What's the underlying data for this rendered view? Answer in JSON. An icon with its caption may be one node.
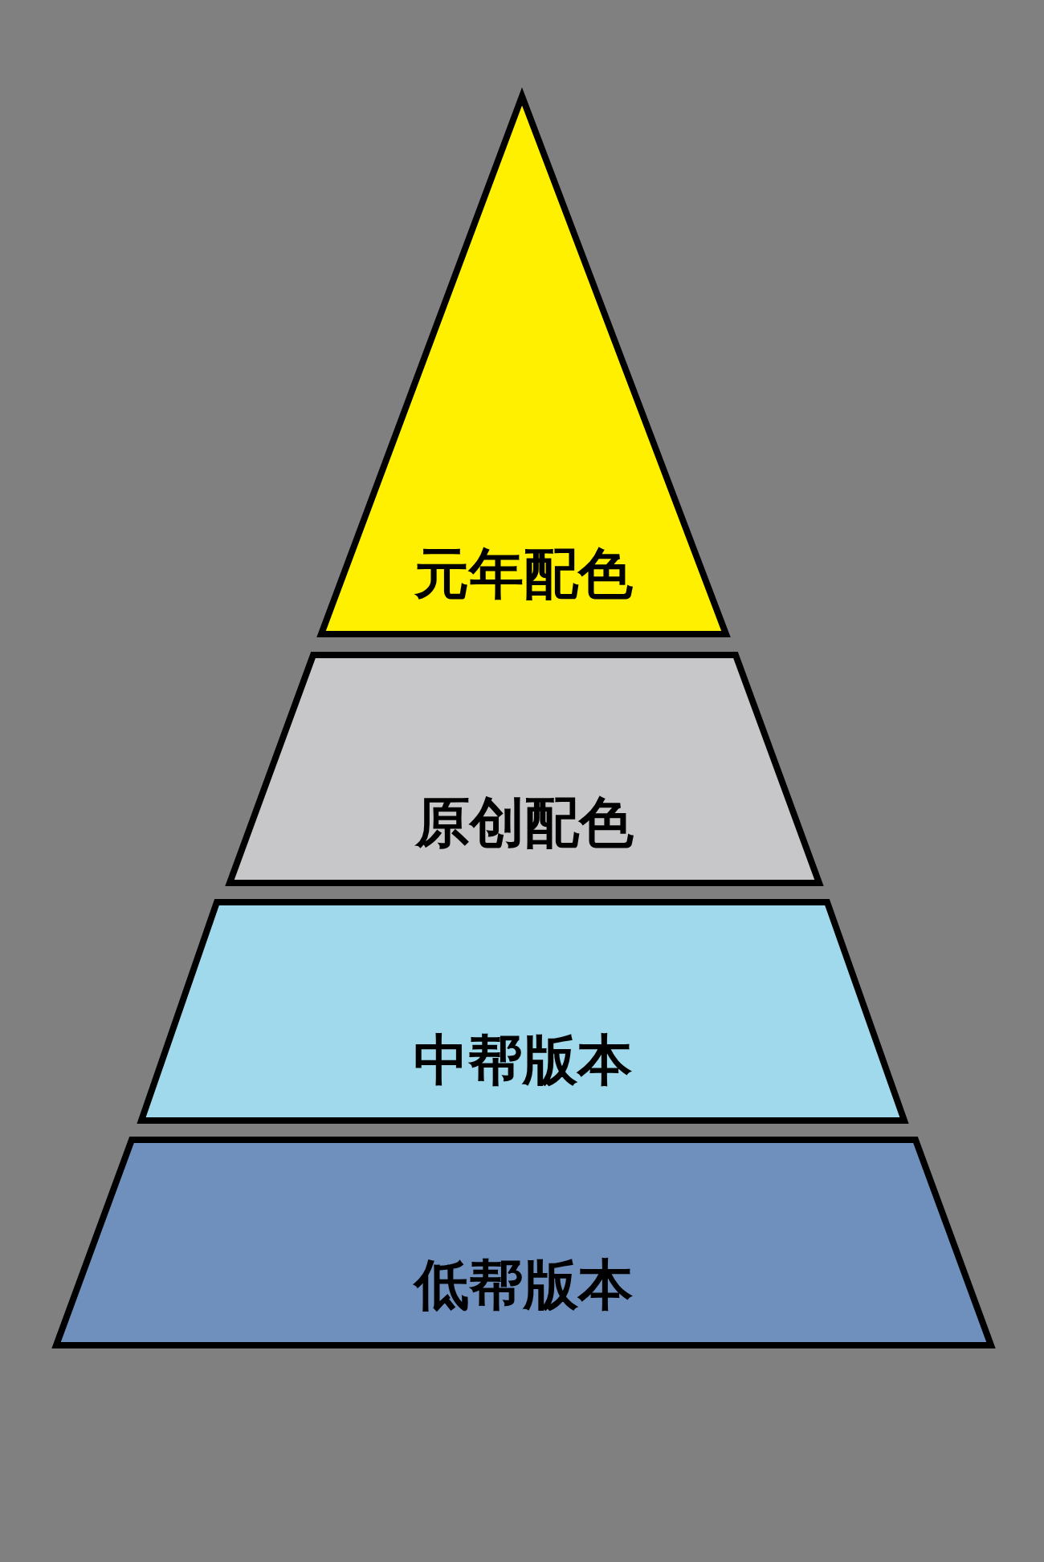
{
  "diagram": {
    "nodes": [
      {
        "text": [
          "元年配色"
        ]
      },
      {
        "text": [
          "原创配色"
        ]
      },
      {
        "text": [
          "中帮版本"
        ]
      },
      {
        "text": [
          "低帮版本"
        ]
      }
    ]
  }
}
